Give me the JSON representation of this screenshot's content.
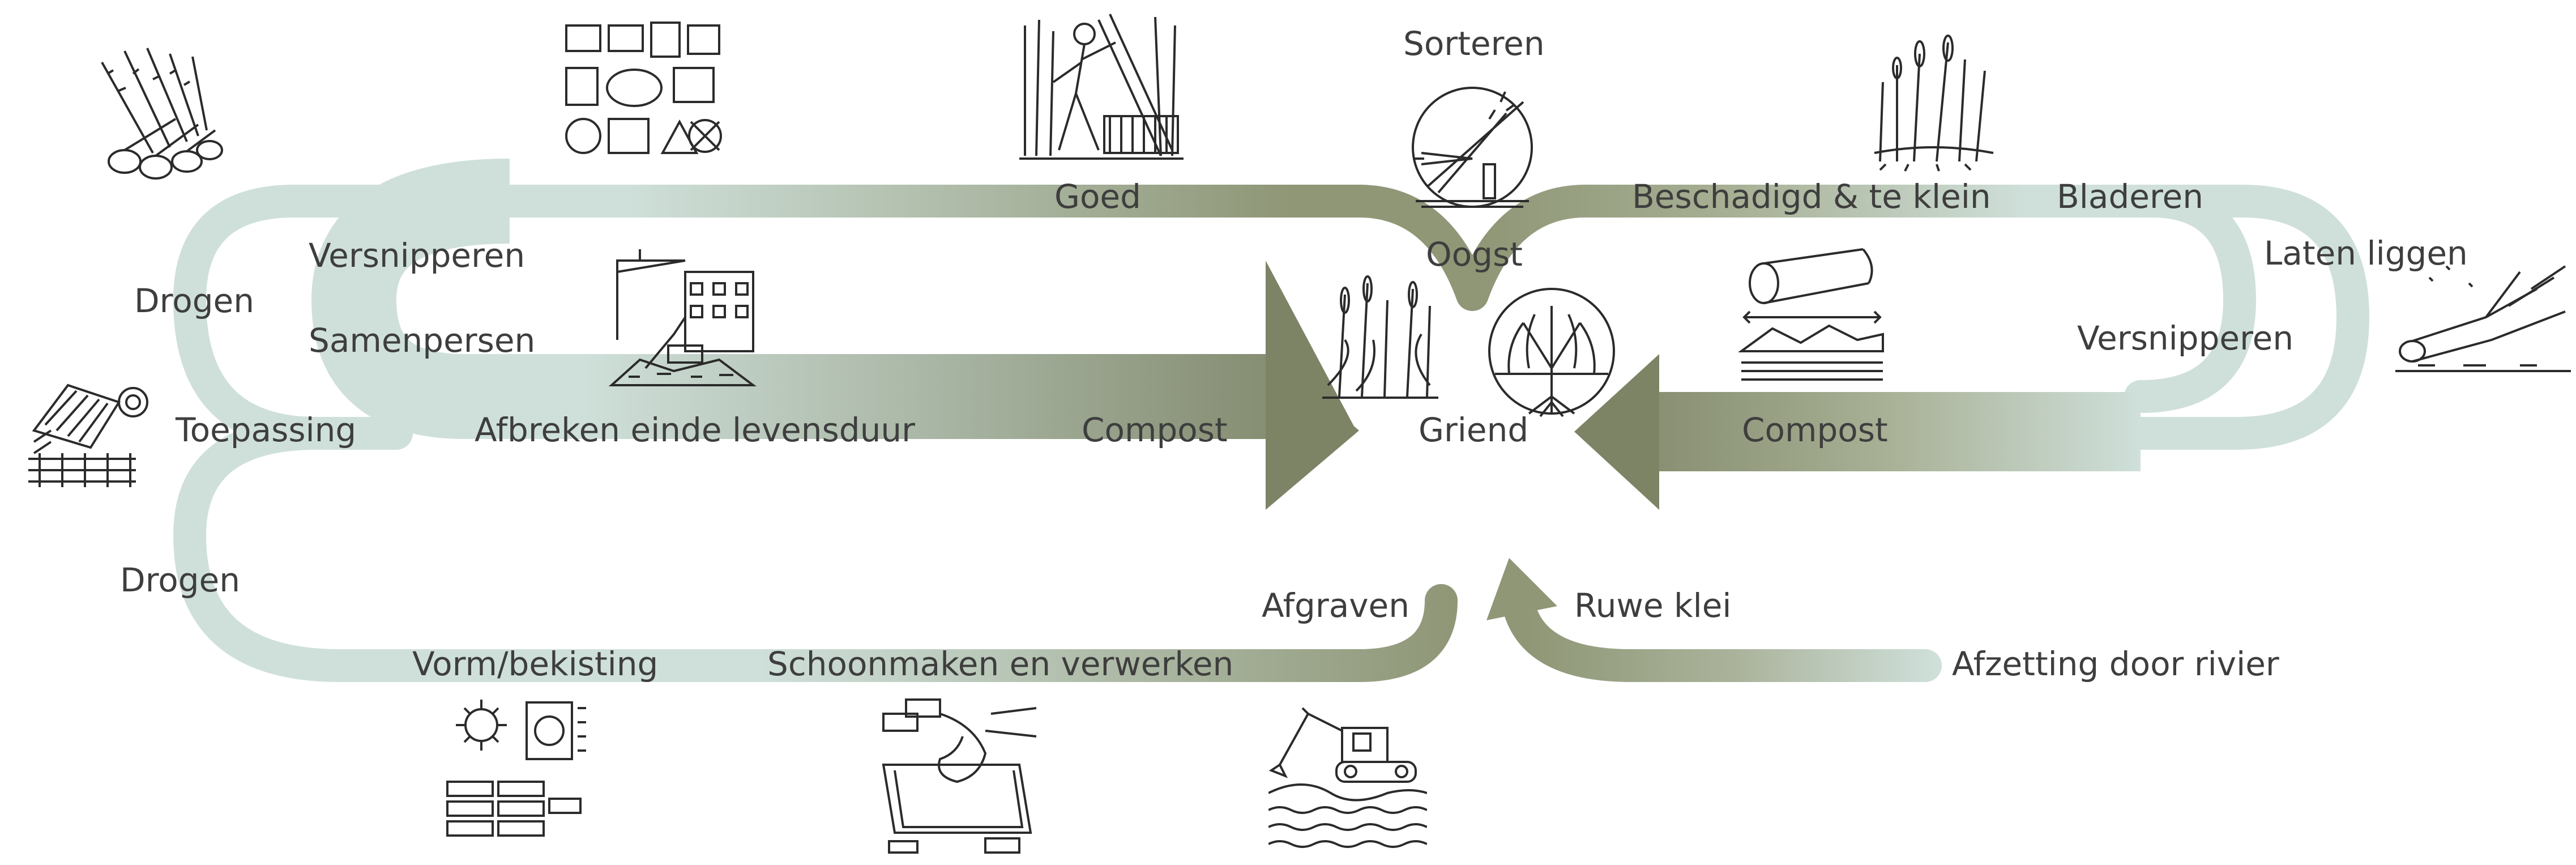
{
  "colors": {
    "mint": "#cfe0da",
    "olive": "#8f9777",
    "olive_dark": "#7d8466",
    "text": "#3e3e3e",
    "ink": "#2b2b2b"
  },
  "labels": {
    "sorteren": "Sorteren",
    "goed": "Goed",
    "beschadigd": "Beschadigd & te klein",
    "bladeren": "Bladeren",
    "laten_liggen": "Laten liggen",
    "oogst": "Oogst",
    "versnipperen_left": "Versnipperen",
    "drogen_top": "Drogen",
    "samenpersen": "Samenpersen",
    "toepassing": "Toepassing",
    "afbreken": "Afbreken einde levensduur",
    "compost_left": "Compost",
    "griend": "Griend",
    "compost_right": "Compost",
    "versnipperen_right": "Versnipperen",
    "drogen_bottom": "Drogen",
    "afgraven": "Afgraven",
    "ruwe_klei": "Ruwe klei",
    "vorm_bekisting": "Vorm/bekisting",
    "schoonmaken": "Schoonmaken en verwerken",
    "afzetting": "Afzetting door rivier"
  },
  "illustrations": [
    "willow-bundles-icon",
    "building-materials-icon",
    "reed-harvester-icon",
    "sorting-reed-icon",
    "wetland-plants-icon",
    "demolition-icon",
    "reed-bed-icon",
    "willow-tree-icon",
    "wood-decay-icon",
    "fallen-branch-icon",
    "reed-mats-icon",
    "sun-drying-bricks-icon",
    "clay-molding-icon",
    "excavator-icon"
  ]
}
